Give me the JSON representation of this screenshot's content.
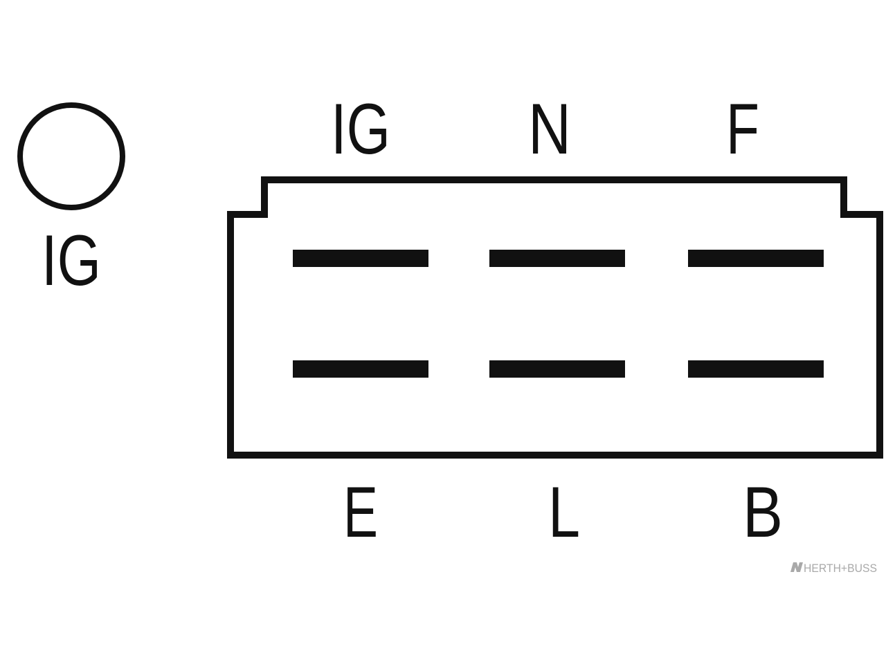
{
  "separate_terminal": {
    "label": "IG"
  },
  "connector": {
    "top_labels": [
      "IG",
      "N",
      "F"
    ],
    "bottom_labels": [
      "E",
      "L",
      "B"
    ],
    "pin_rows": 2,
    "pins_per_row": 3
  },
  "watermark": {
    "text": "HERTH+BUSS"
  },
  "colors": {
    "line": "#111111",
    "background": "#ffffff",
    "watermark": "#a9a9a9"
  }
}
